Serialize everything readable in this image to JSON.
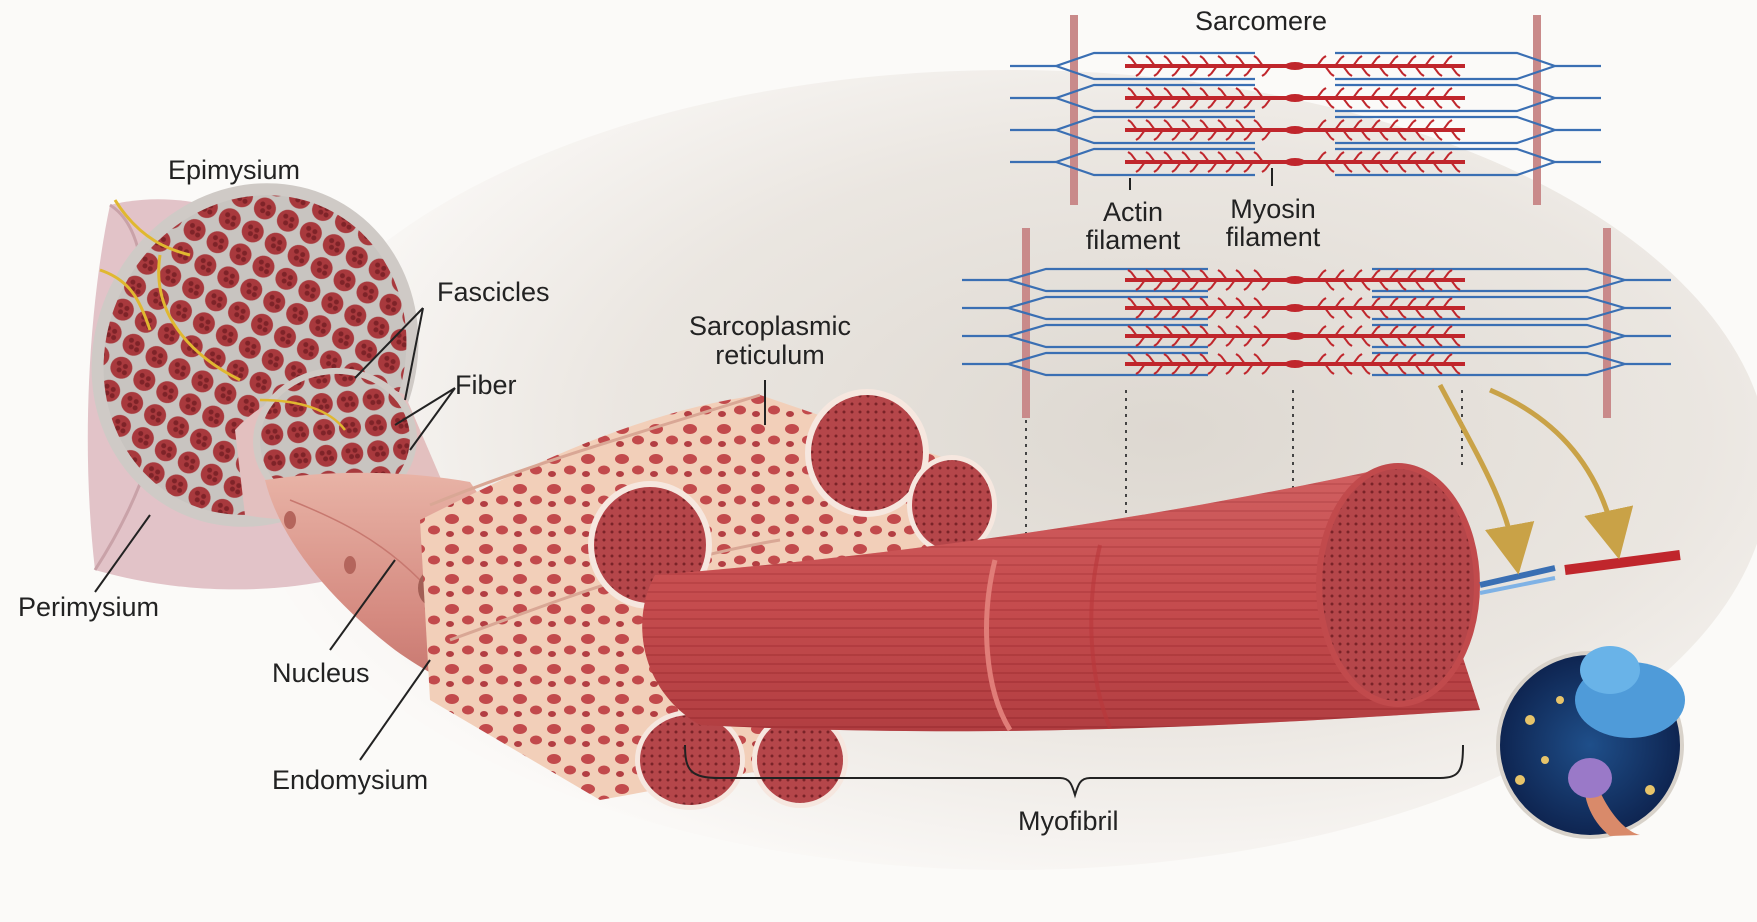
{
  "labels": {
    "sarcomere": "Sarcomere",
    "actin": "Actin\nfilament",
    "myosin": "Myosin\nfilament",
    "epimysium": "Epimysium",
    "fascicles": "Fascicles",
    "fiber": "Fiber",
    "sarcoplasmic_reticulum": "Sarcoplasmic\nreticulum",
    "perimysium": "Perimysium",
    "nucleus": "Nucleus",
    "endomysium": "Endomysium",
    "myofibril": "Myofibril"
  },
  "colors": {
    "muscle_red": "#b83c40",
    "muscle_pink": "#d98b86",
    "membrane_cream": "#f1cdb7",
    "actin_blue": "#3a6fb3",
    "myosin_red": "#c0262c",
    "z_line": "#c98a8a",
    "nerve_yellow": "#e0b830",
    "background": "#efeae4"
  }
}
